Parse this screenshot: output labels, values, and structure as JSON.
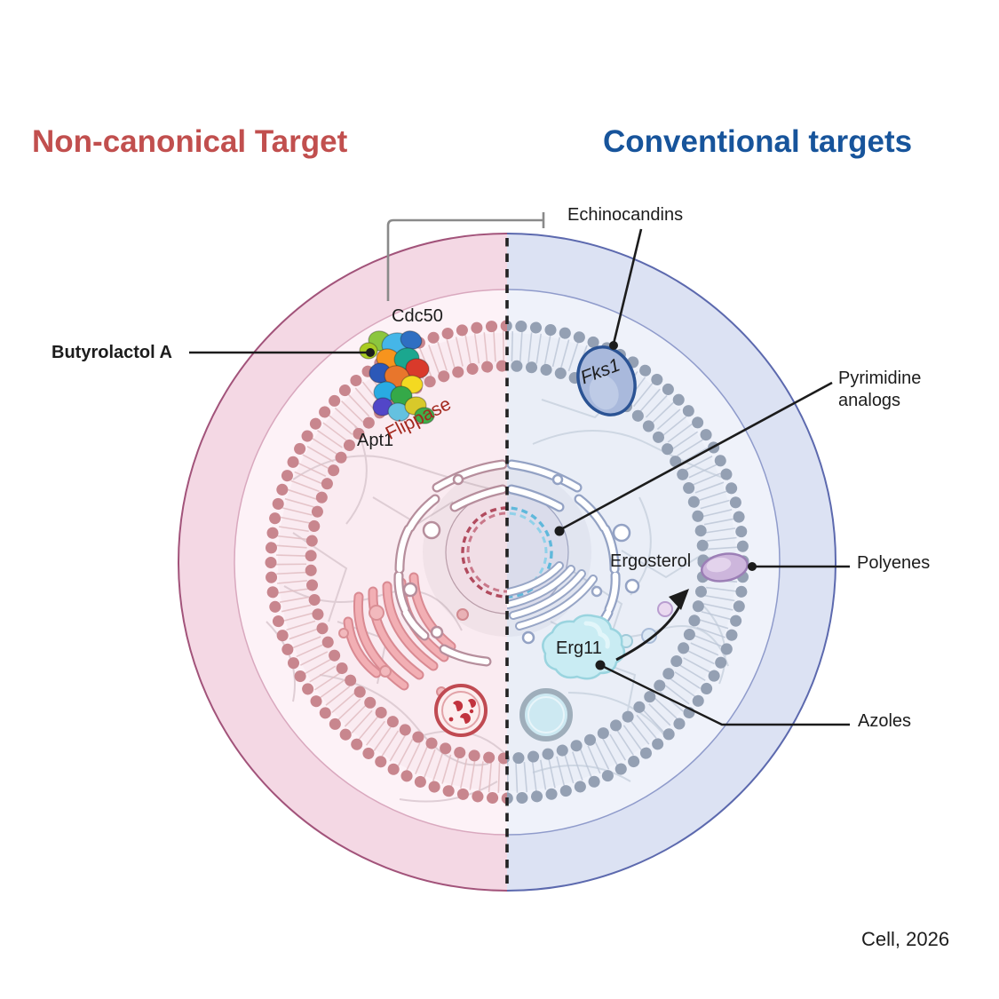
{
  "titles": {
    "left": "Non-canonical Target",
    "right": "Conventional targets"
  },
  "labels": {
    "echinocandins": "Echinocandins",
    "cdc50": "Cdc50",
    "butyrolactol": "Butyrolactol A",
    "apt1": "Apt1",
    "flippase": "Flippase",
    "fks1": "Fks1",
    "pyrimidine_line1": "Pyrimidine",
    "pyrimidine_line2": "analogs",
    "ergosterol": "Ergosterol",
    "polyenes": "Polyenes",
    "erg11": "Erg11",
    "azoles": "Azoles",
    "citation": "Cell, 2026"
  },
  "colors": {
    "title_left_red": "#C14F4E",
    "title_right_blue": "#17549B",
    "flippase_label_red": "#A3281E",
    "left_wall": "#F4D8E4",
    "right_wall": "#DCE2F3",
    "left_membrane_beads": "#C8868E",
    "right_membrane_beads": "#94A0B3",
    "fks1_fill": "#A9B9DC",
    "ergosterol_fill": "#CDB6DC",
    "erg11_fill": "#C9ECF3",
    "dna_left": "#B14B5E",
    "dna_right": "#5FB8DB",
    "inhibition_line_gray": "#8A8A8A"
  }
}
